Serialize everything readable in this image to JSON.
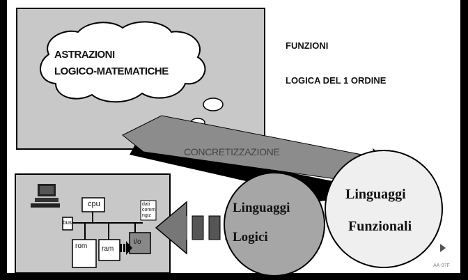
{
  "cloud_text": [
    "ASTRAZIONI",
    "LOGICO-MATEMATICHE"
  ],
  "right_labels": [
    "FUNZIONI",
    "LOGICA DEL 1 ORDINE"
  ],
  "arrow_label": "CONCRETIZZAZIONE",
  "logici_label": [
    "Linguaggi",
    "Logici"
  ],
  "funzionali_label": [
    "Linguaggi",
    "Funzionali"
  ],
  "computer_diagram": {
    "cpu": "cpu",
    "rom": "rom",
    "ram": "ram",
    "io": "i/o",
    "bus": "bus",
    "dati": [
      "dati",
      "comm",
      "ngiz"
    ]
  },
  "corner_mark": "AA-97F",
  "colors": {
    "page_bg": "#ffffff",
    "panel_gray": "#c8c8c8",
    "arrow_gray": "#8c8c8c",
    "logici_circle": "#a6a6a6",
    "funzionali_circle": "#efefef",
    "frame": "#000000"
  }
}
